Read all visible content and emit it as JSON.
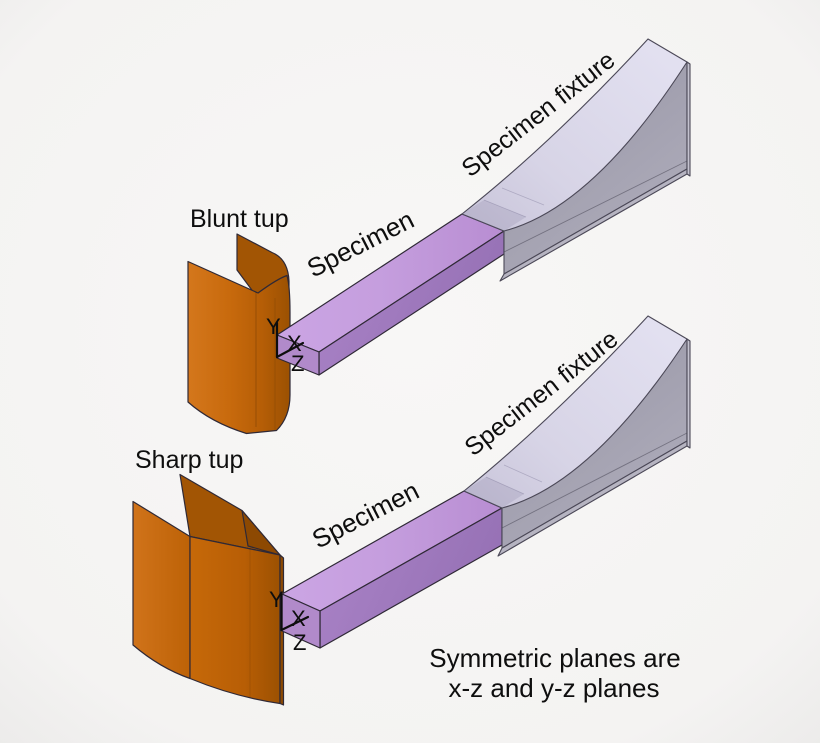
{
  "colors": {
    "background": "#f5f4f3",
    "outline": "#2f2936",
    "text": "#0e0e0e",
    "tup_orange": "#c8690d",
    "tup_orange_dark": "#a25504",
    "tup_orange_ridge": "#8d4902",
    "specimen_top": "#c39cdc",
    "specimen_side": "#a37cc0",
    "specimen_end": "#b18aca",
    "fixture_top": "#dcdaea",
    "fixture_side": "#a5a3b2",
    "fixture_plate": "#b6b4c1",
    "fixture_edge": "#c4c2cf"
  },
  "top_assembly": {
    "tup_label": "Blunt tup",
    "specimen_label": "Specimen",
    "fixture_label": "Specimen fixture",
    "axis_y": "Y",
    "axis_x": "X",
    "axis_z": "Z"
  },
  "bottom_assembly": {
    "tup_label": "Sharp tup",
    "specimen_label": "Specimen",
    "fixture_label": "Specimen fixture",
    "axis_y": "Y",
    "axis_x": "X",
    "axis_z": "Z"
  },
  "caption": {
    "line1": "Symmetric planes are",
    "line2": "x-z and y-z planes"
  }
}
